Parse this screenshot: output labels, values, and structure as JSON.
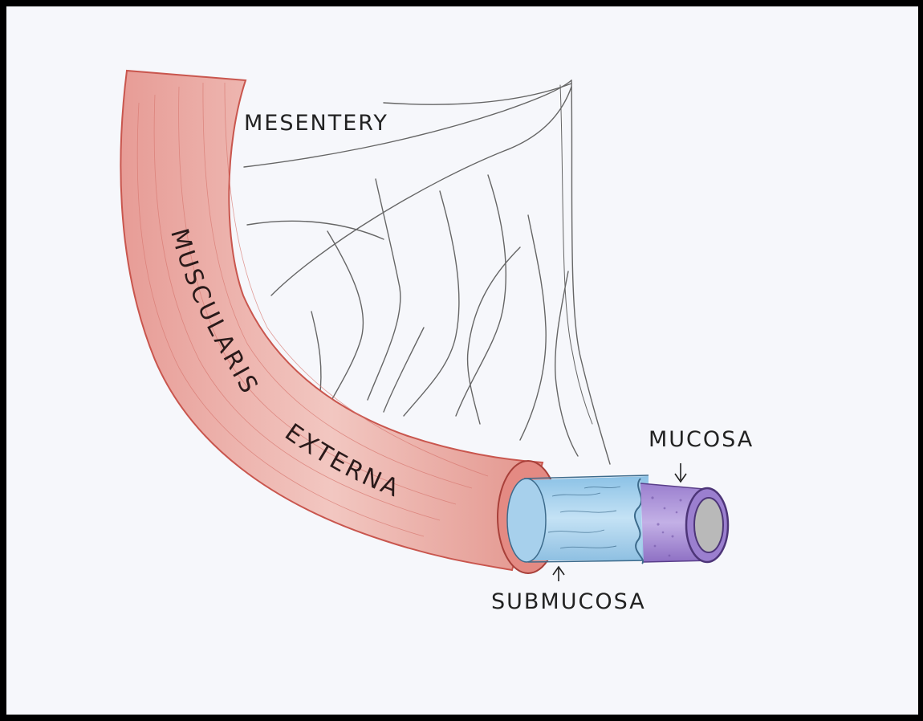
{
  "labels": {
    "mesentery": "MESENTERY",
    "muscularis": "MUSCULARIS",
    "externa": "EXTERNA",
    "mucosa": "MUCOSA",
    "submucosa": "SUBMUCOSA"
  },
  "arrows": {
    "mucosa_arrow": "↓",
    "submucosa_arrow": "↑"
  },
  "colors": {
    "muscularis": "#e8a6a0",
    "muscularis_edge": "#c9564e",
    "submucosa": "#a9d2ee",
    "mucosa": "#a48bd3",
    "lumen": "#b9b9b9",
    "pencil": "#555555",
    "paper": "#f6f7fb",
    "border": "#000000"
  }
}
